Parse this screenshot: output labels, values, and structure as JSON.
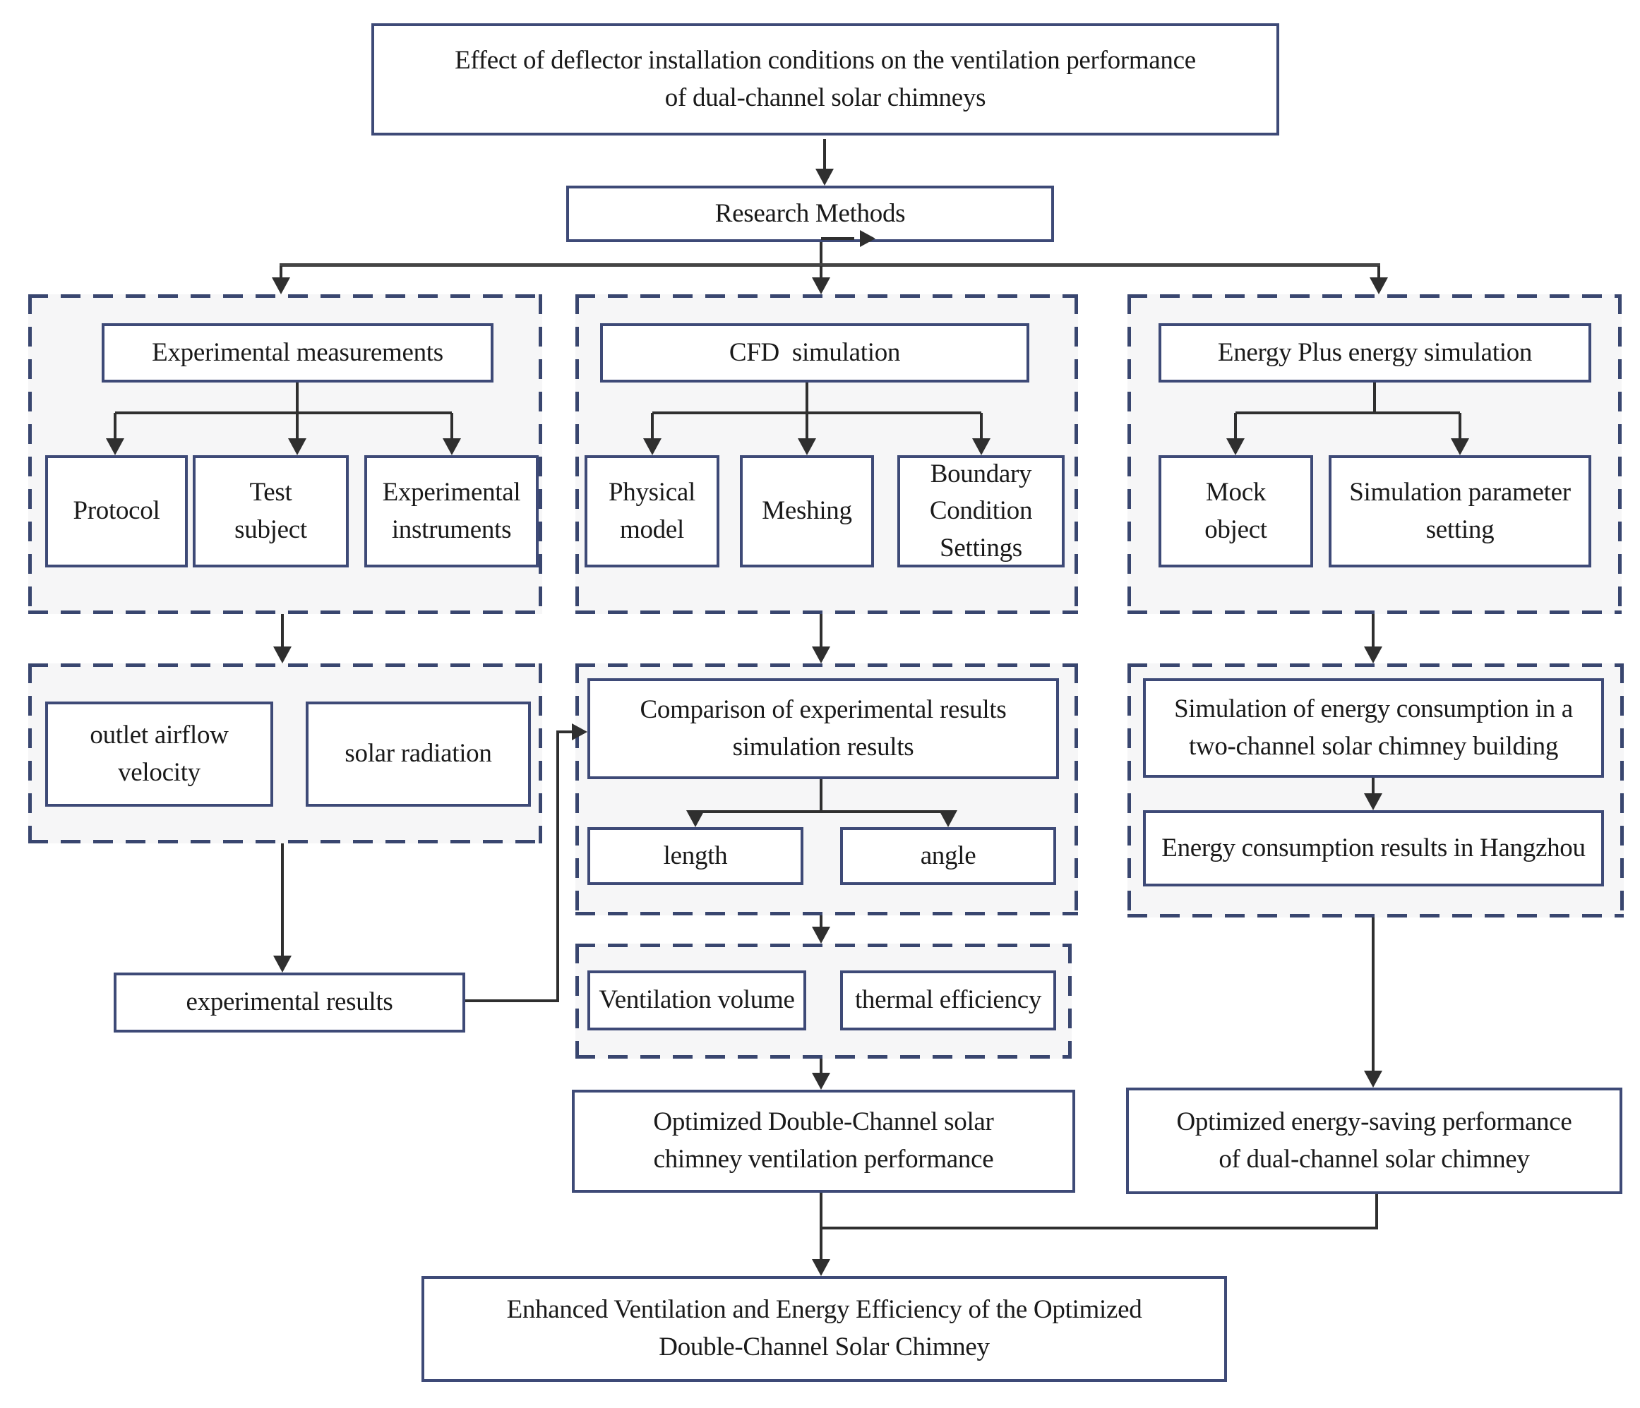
{
  "nodes": {
    "title": "Effect of deflector installation conditions on the ventilation performance\nof dual-channel solar chimneys",
    "research_methods": "Research Methods",
    "experimental_header": "Experimental measurements",
    "protocol": "Protocol",
    "test_subject": "Test\nsubject",
    "experimental_instruments": "Experimental\ninstruments",
    "cfd_header": "CFD  simulation",
    "physical_model": "Physical\nmodel",
    "meshing": "Meshing",
    "boundary_condition": "Boundary\nCondition\nSettings",
    "energyplus_header": "Energy Plus energy simulation",
    "mock_object": "Mock\nobject",
    "simulation_parameter": "Simulation parameter\nsetting",
    "outlet_airflow": "outlet airflow\nvelocity",
    "solar_radiation": "solar radiation",
    "comparison": "Comparison of experimental results\nsimulation results",
    "length": "length",
    "angle": "angle",
    "simulation_energy": "Simulation of energy consumption in a\ntwo-channel solar chimney building",
    "hangzhou_results": "Energy consumption results in Hangzhou",
    "experimental_results": "experimental results",
    "ventilation_volume": "Ventilation volume",
    "thermal_efficiency": "thermal efficiency",
    "optimized_ventilation": "Optimized Double-Channel solar\nchimney ventilation performance",
    "optimized_energy": "Optimized energy-saving performance\nof dual-channel solar chimney",
    "final": "Enhanced Ventilation and Energy Efficiency of the Optimized\nDouble-Channel Solar Chimney"
  },
  "colors": {
    "box_border": "#3e4a77",
    "dashed_border": "#39466f",
    "connector": "#2f2f2f",
    "container_bg": "#f6f6f7",
    "text": "#1a1a1a",
    "page_bg": "#ffffff"
  }
}
